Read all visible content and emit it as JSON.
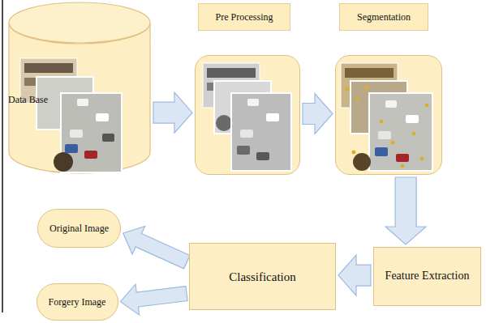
{
  "diagram": {
    "nodes": [
      {
        "text": [
          "Data Base"
        ]
      },
      {
        "text": [
          "Pre Processing"
        ]
      },
      {
        "text": [
          "Segmentation"
        ]
      },
      {
        "text": [
          "Feature Extraction"
        ]
      },
      {
        "text": [
          "Classification"
        ]
      },
      {
        "text": [
          "Original Image"
        ]
      },
      {
        "text": [
          "Forgery Image"
        ]
      }
    ],
    "edges": [
      {
        "from": 0,
        "to": 1,
        "arrow": "to"
      },
      {
        "from": 1,
        "to": 2,
        "arrow": "to"
      },
      {
        "from": 2,
        "to": 3,
        "arrow": "to"
      },
      {
        "from": 3,
        "to": 4,
        "arrow": "to"
      },
      {
        "from": 4,
        "to": 5,
        "arrow": "to"
      },
      {
        "from": 4,
        "to": 6,
        "arrow": "to"
      }
    ]
  }
}
